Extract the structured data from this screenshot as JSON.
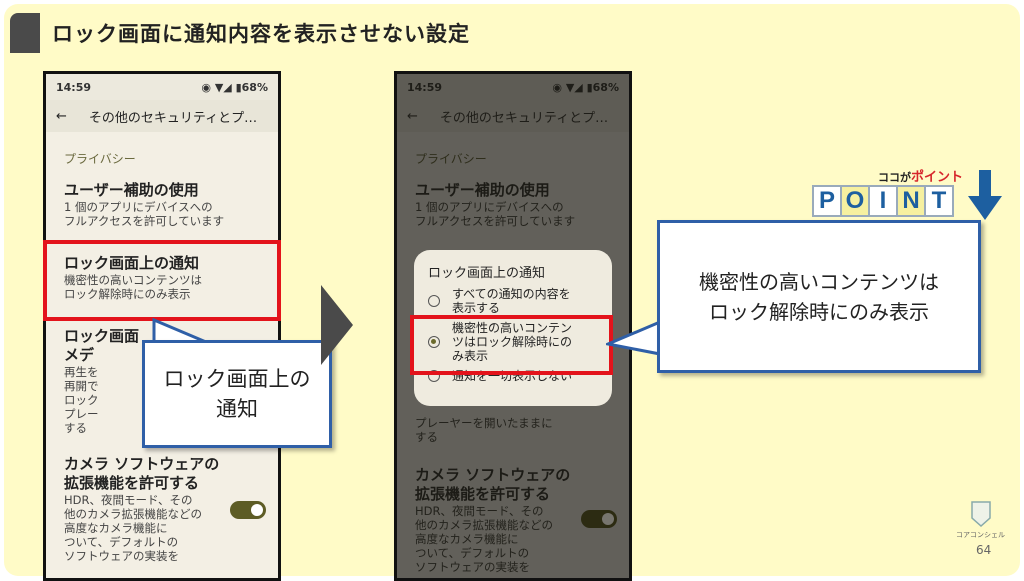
{
  "title": "ロック画面に通知内容を表示させない設定",
  "phone1": {
    "status": {
      "time": "14:59",
      "battery": "68%"
    },
    "appbar": {
      "back": "←",
      "title": "その他のセキュリティとプ…"
    },
    "section": "プライバシー",
    "items": [
      {
        "title": "ユーザー補助の使用",
        "sub": "1 個のアプリにデバイスへの\nフルアクセスを許可しています"
      },
      {
        "title": "ロック画面上の通知",
        "sub": "機密性の高いコンテンツは\nロック解除時にのみ表示"
      },
      {
        "title": "ロック画面\nメデ",
        "sub": "再生を\n再開で\nロック\nプレー\nする"
      },
      {
        "title": "カメラ ソフトウェアの\n拡張機能を許可する",
        "sub": "HDR、夜間モード、その\n他のカメラ拡張機能などの\n高度なカメラ機能に\nついて、デフォルトの\nソフトウェアの実装を"
      }
    ]
  },
  "phone2": {
    "status": {
      "time": "14:59",
      "battery": "68%"
    },
    "appbar": {
      "back": "←",
      "title": "その他のセキュリティとプ…"
    },
    "section": "プライバシー",
    "items": [
      {
        "title": "ユーザー補助の使用",
        "sub": "1 個のアプリにデバイスへの\nフルアクセスを許可しています"
      },
      {
        "title": "",
        "sub": "プレーヤーを開いたままに\nする"
      },
      {
        "title": "カメラ ソフトウェアの\n拡張機能を許可する",
        "sub": "HDR、夜間モード、その\n他のカメラ拡張機能などの\n高度なカメラ機能に\nついて、デフォルトの\nソフトウェアの実装を"
      }
    ],
    "dialog": {
      "title": "ロック画面上の通知",
      "options": [
        "すべての通知の内容を\n表示する",
        "機密性の高いコンテン\nツはロック解除時にの\nみ表示",
        "通知を一切表示しない"
      ],
      "selected": 1
    }
  },
  "callout1": "ロック画面上の\n通知",
  "callout2": "機密性の高いコンテンツは\nロック解除時にのみ表示",
  "point": {
    "caption_a": "ココが",
    "caption_b": "ポイント",
    "letters": [
      "P",
      "O",
      "I",
      "N",
      "T"
    ]
  },
  "logo": "コアコンシェル",
  "page_number": "64",
  "colors": {
    "highlight": "#e3131b",
    "callout_border": "#2f5fa7",
    "slide_bg": "#fffbc7",
    "toggle": "#5d5c25"
  }
}
